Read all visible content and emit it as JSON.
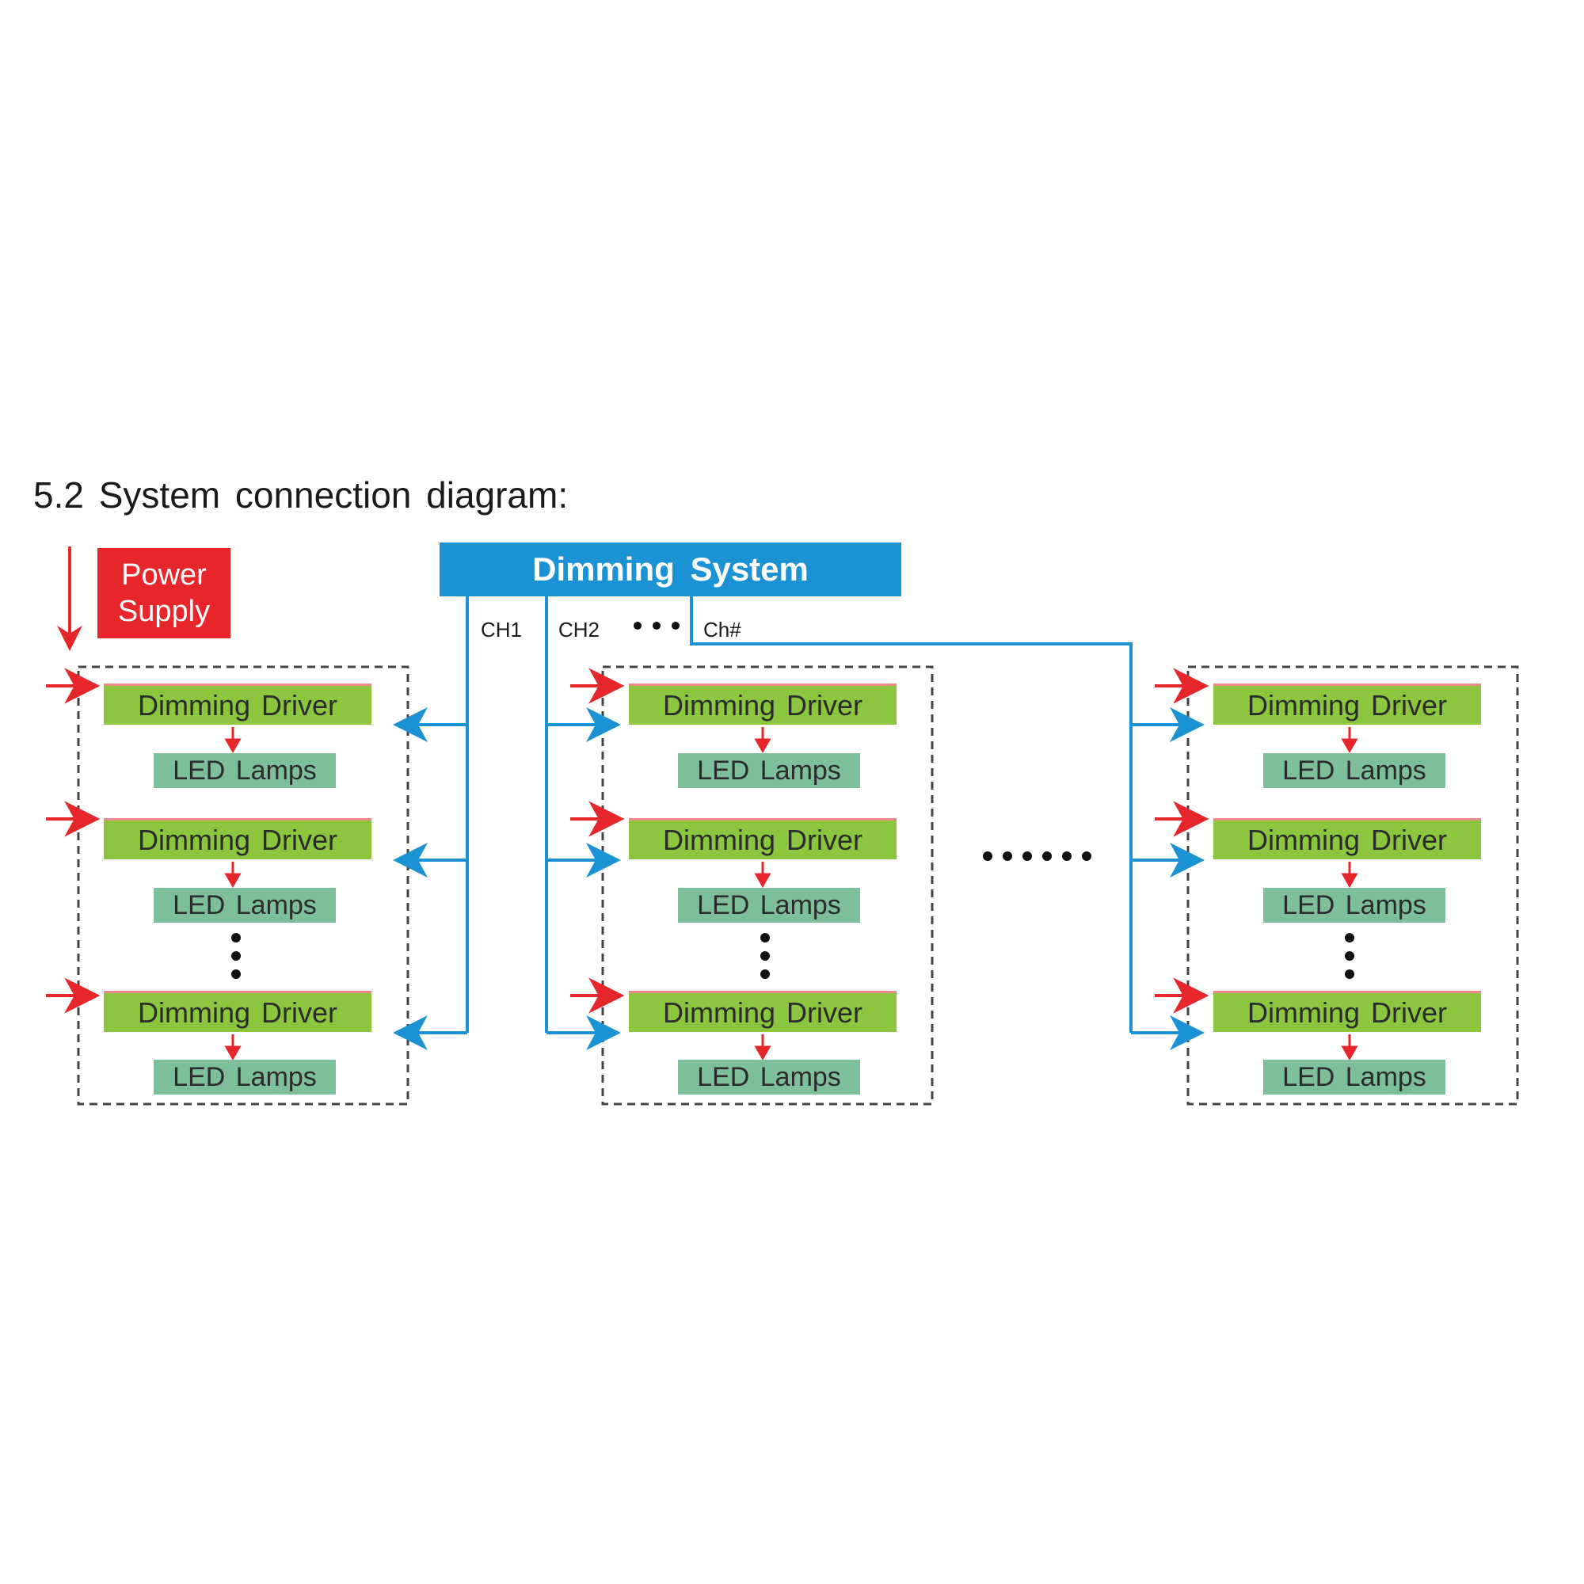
{
  "heading": "5.2 System connection diagram:",
  "dimming_system": "Dimming System",
  "power_supply": [
    "Power",
    "Supply"
  ],
  "channels": {
    "ch1": "CH1",
    "ch2": "CH2",
    "chn": "Ch#"
  },
  "driver_label": "Dimming Driver",
  "lamp_label": "LED Lamps",
  "colors": {
    "signal": "#1a92d4",
    "power": "#e6262b",
    "driver": "#8cc63e",
    "lamps": "#7dbf98"
  }
}
